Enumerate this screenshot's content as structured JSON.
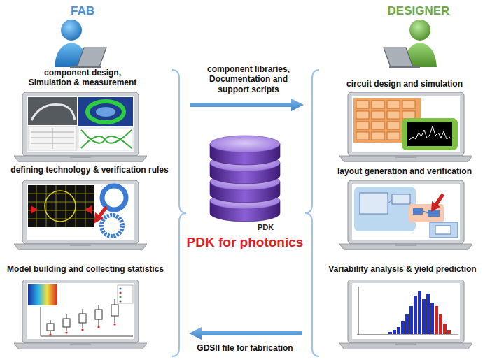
{
  "diagram": {
    "nodes": [
      {
        "text": [
          "PDK",
          "PDK for photonics"
        ]
      }
    ],
    "labels": [
      "FAB",
      "DESIGNER",
      "component design, Simulation & measurement",
      "defining technology & verification rules",
      "Model building and collecting statistics",
      "component libraries, Documentation and support scripts",
      "circuit design and simulation",
      "layout generation and verification",
      "Variability analysis & yield prediction",
      "GDSII file for fabrication"
    ]
  }
}
